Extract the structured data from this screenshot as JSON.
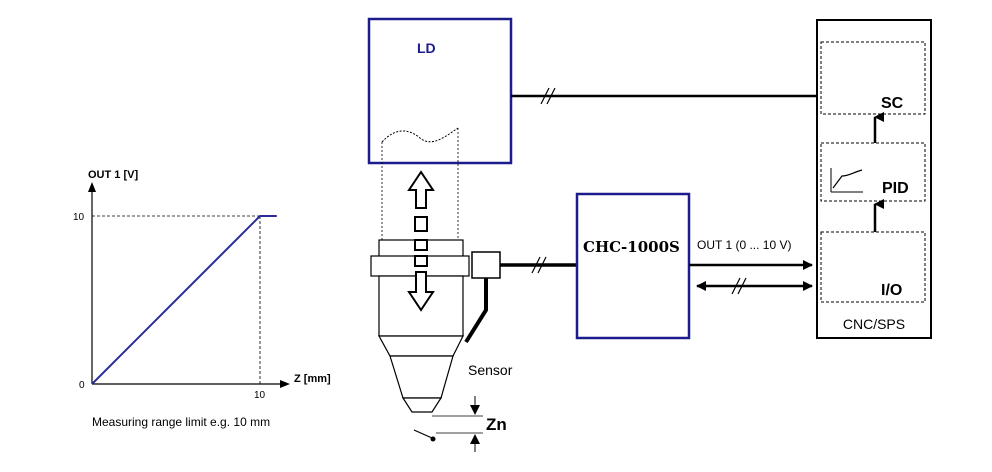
{
  "chart_data": {
    "type": "line",
    "ylabel": "OUT 1 [V]",
    "xlabel": "Z [mm]",
    "x_ticks": [
      "0",
      "10"
    ],
    "y_ticks": [
      "0",
      "10"
    ],
    "xlim": [
      0,
      12
    ],
    "ylim": [
      0,
      12
    ],
    "series": [
      {
        "x": [
          0,
          10,
          11
        ],
        "y": [
          0,
          10,
          10
        ]
      }
    ],
    "caption": "Measuring range limit e.g. 10 mm",
    "line_color": "#2a2a9c"
  },
  "diagram": {
    "ld_label": "LD",
    "controller_label": "CHC-1000S",
    "output_label": "OUT 1 (0 ... 10 V)",
    "sensor_label": "Sensor",
    "zn_label": "Zn",
    "cnc": {
      "title": "CNC/SPS",
      "blocks": [
        {
          "label": "SC"
        },
        {
          "label": "PID"
        },
        {
          "label": "I/O"
        }
      ]
    },
    "box_color": "#1c1c8c"
  }
}
